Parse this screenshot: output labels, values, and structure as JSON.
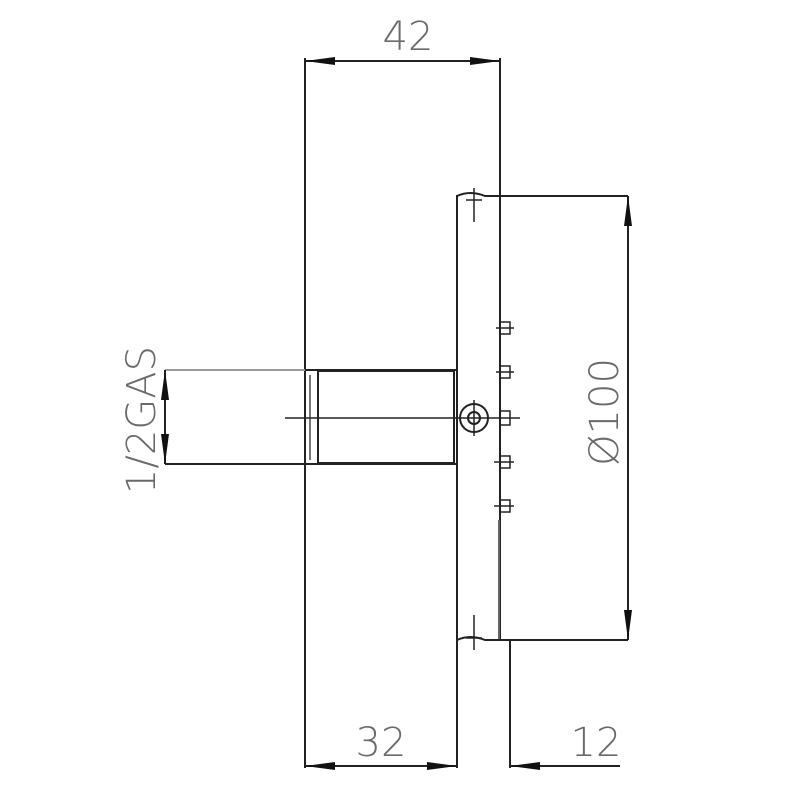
{
  "drawing": {
    "type": "technical-drawing",
    "view": "side-view-pressure-gauge",
    "colors": {
      "line": "#222222",
      "dim_text": "#6a6a6a",
      "background": "#ffffff"
    },
    "dimensions": {
      "overall_depth": "42",
      "body_depth": "32",
      "dial_offset": "12",
      "diameter": "Ø100",
      "thread": "1/2GAS"
    }
  }
}
